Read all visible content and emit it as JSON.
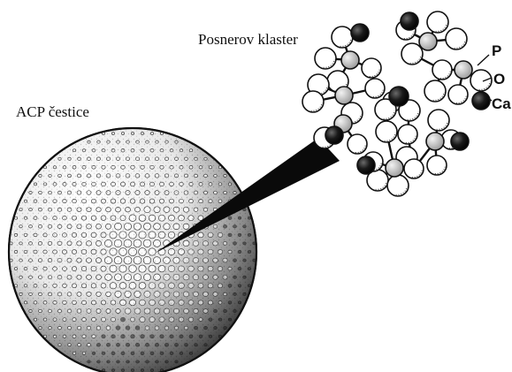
{
  "labels": {
    "particle": "ACP čestice",
    "cluster": "Posnerov klaster",
    "atom_p": "P",
    "atom_o": "O",
    "atom_ca": "Ca"
  },
  "colors": {
    "ink": "#111111",
    "oxygen_fill": "#ffffff",
    "phosphorus_fill": "#c8c8c8",
    "calcium_fill": "#1a1a1a",
    "background": "#ffffff"
  },
  "icons": {
    "particle": "stippled-sphere",
    "pointer": "wedge-pointer",
    "atoms": "ball-and-stick"
  }
}
